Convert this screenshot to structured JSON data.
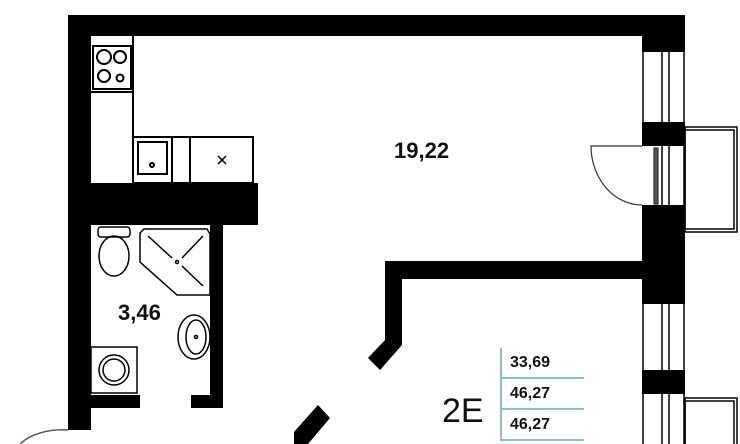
{
  "rooms": [
    {
      "name": "main-room",
      "area": "19,22"
    },
    {
      "name": "bathroom",
      "area": "3,46"
    }
  ],
  "apartment": {
    "type": "2E",
    "areas": [
      "33,69",
      "46,27",
      "46,27"
    ]
  },
  "colors": {
    "wall": "#000000",
    "table_line": "#8bbfcc"
  }
}
